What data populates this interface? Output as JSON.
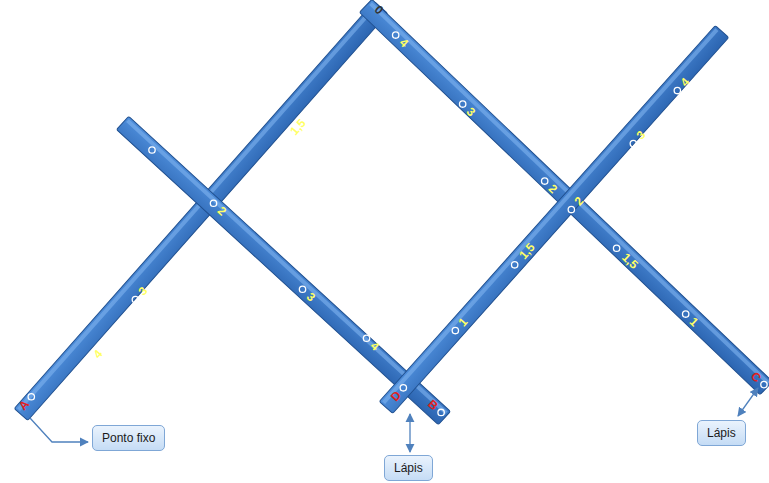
{
  "diagram": {
    "nodes": [
      {
        "text": [
          "Ponto fixo"
        ]
      },
      {
        "text": [
          "Lápis"
        ]
      },
      {
        "text": [
          "Lápis"
        ]
      }
    ],
    "labels": [
      "0",
      "A",
      "4",
      "3",
      "1,5",
      "2",
      "3",
      "4",
      "B",
      "4",
      "3",
      "2",
      "1,5",
      "1",
      "C",
      "D",
      "1",
      "1,5",
      "2",
      "3",
      "4"
    ]
  }
}
